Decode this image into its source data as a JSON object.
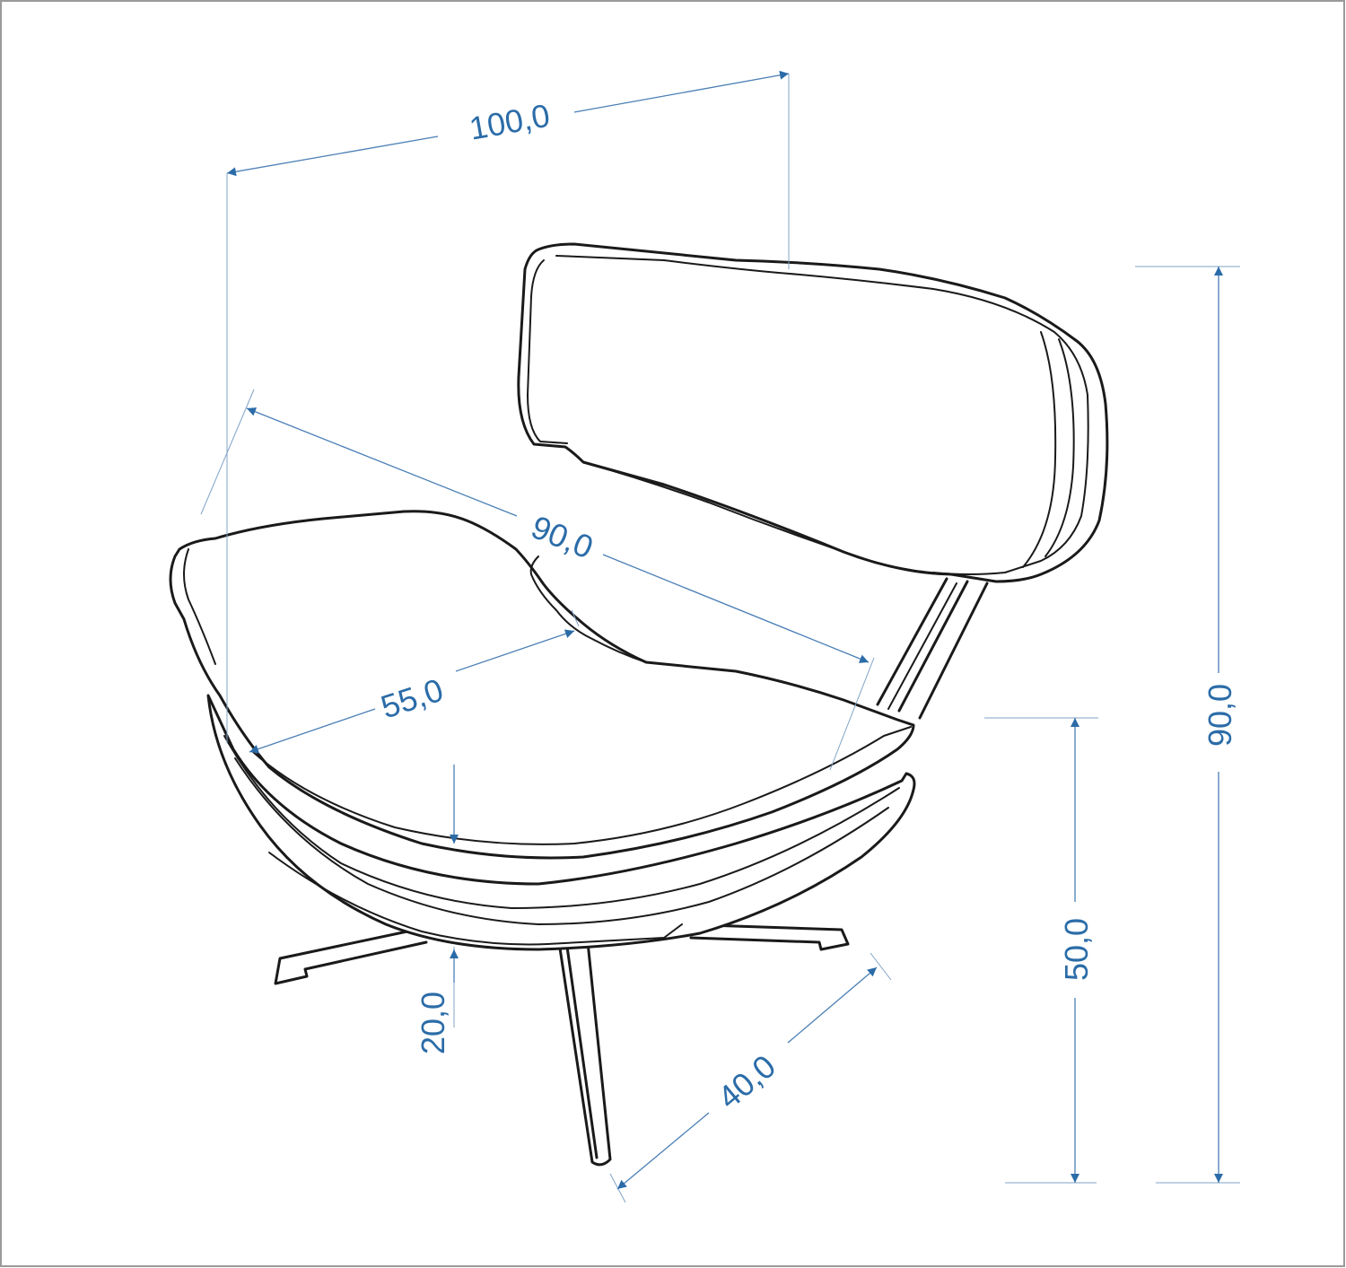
{
  "dimensions": {
    "total_width": "100,0",
    "total_depth": "90,0",
    "seat_depth": "55,0",
    "total_height": "90,0",
    "seat_height": "50,0",
    "base_height": "20,0",
    "base_radius": "40,0"
  },
  "colors": {
    "dimension": "#2b6ca8",
    "outline": "#1a1a1a",
    "frame": "#9a9a9a"
  }
}
